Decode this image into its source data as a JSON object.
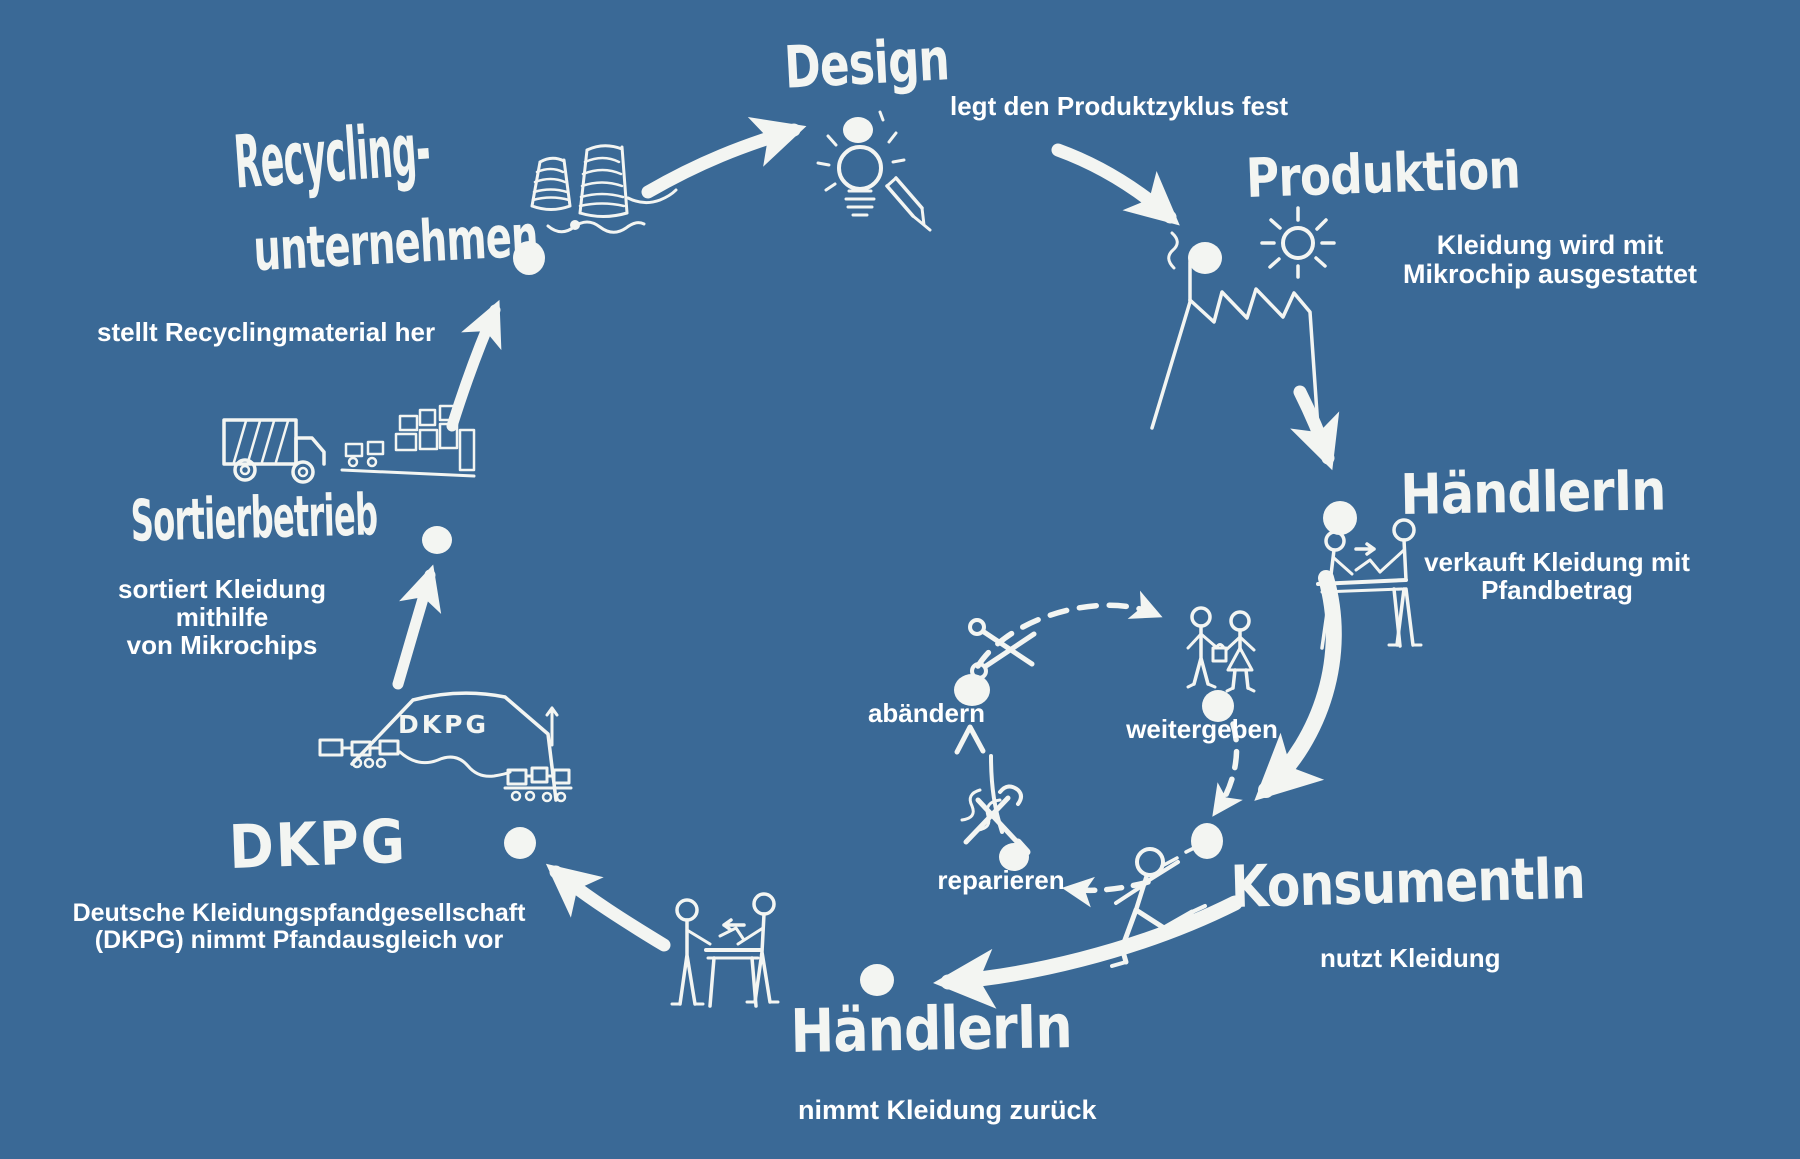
{
  "colors": {
    "background": "#3a6996",
    "ink": "#f3f5f2"
  },
  "stages": {
    "design": {
      "title": "Design",
      "subtitle": "legt den Produktzyklus fest"
    },
    "produktion": {
      "title": "Produktion",
      "subtitle_line1": "Kleidung wird mit",
      "subtitle_line2": "Mikrochip ausgestattet"
    },
    "haendler_verkauf": {
      "title": "HändlerIn",
      "subtitle_line1": "verkauft Kleidung mit",
      "subtitle_line2": "Pfandbetrag"
    },
    "konsument": {
      "title": "KonsumentIn",
      "subtitle": "nutzt Kleidung"
    },
    "haendler_ruecknahme": {
      "title": "HändlerIn",
      "subtitle": "nimmt Kleidung zurück"
    },
    "dkpg": {
      "title": "DKPG",
      "subtitle_line1": "Deutsche Kleidungspfandgesellschaft",
      "subtitle_line2": "(DKPG) nimmt Pfandausgleich vor",
      "building_label": "DKPG"
    },
    "sortierbetrieb": {
      "title": "Sortierbetrieb",
      "subtitle_line1": "sortiert Kleidung mithilfe",
      "subtitle_line2": "von Mikrochips"
    },
    "recycling": {
      "title_line1": "Recycling-",
      "title_line2": "unternehmen",
      "subtitle": "stellt Recyclingmaterial her"
    }
  },
  "inner_cycle": {
    "abaendern": "abändern",
    "weitergeben": "weitergeben",
    "reparieren": "reparieren"
  }
}
